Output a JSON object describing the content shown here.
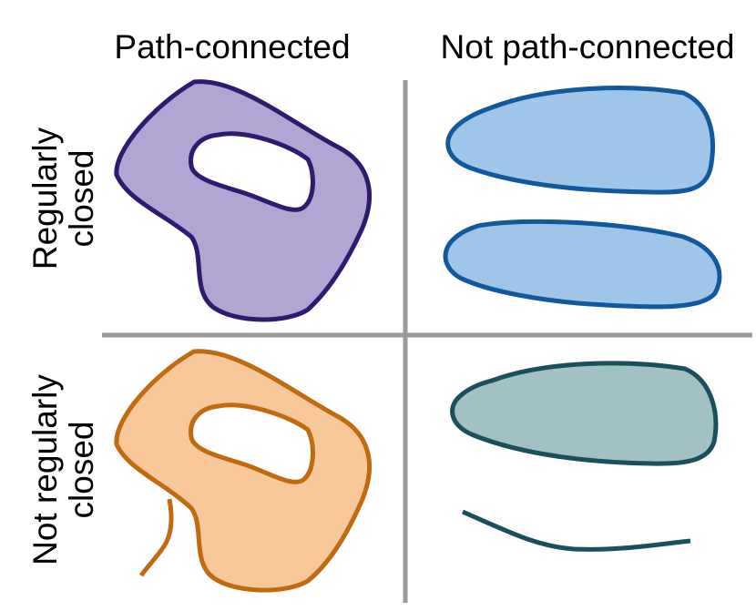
{
  "columns": {
    "left": "Path-connected",
    "right": "Not path-connected"
  },
  "rows": {
    "top": [
      "Regularly",
      "closed"
    ],
    "bottom": [
      "Not regularly",
      "closed"
    ]
  },
  "colors": {
    "divider": "#9b9b9b",
    "purple_fill": "#b1a5d4",
    "purple_stroke": "#2e1a6e",
    "blue_fill": "#9fc5e8",
    "blue_stroke": "#11599c",
    "orange_fill": "#f8c89a",
    "orange_stroke": "#c06a12",
    "teal_fill": "#a1c1c4",
    "teal_stroke": "#1a4f5c"
  }
}
